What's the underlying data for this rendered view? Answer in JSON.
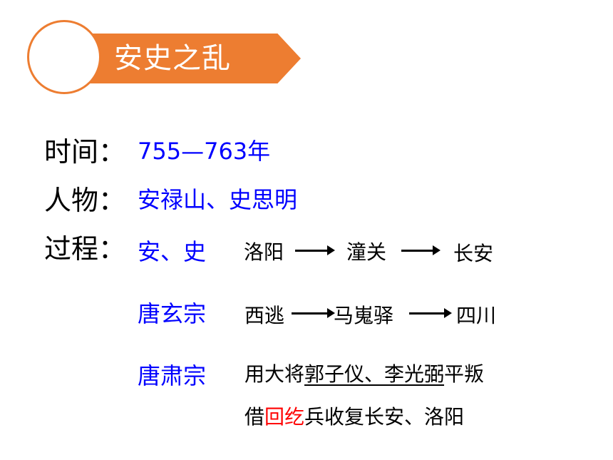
{
  "header": {
    "title": "安史之乱"
  },
  "rows": {
    "time_label": "时间：",
    "time_value": "755—763年",
    "people_label": "人物：",
    "people_value": "安禄山、史思明",
    "process_label": "过程："
  },
  "process": {
    "anshi": {
      "actor": "安、史",
      "steps": [
        "洛阳",
        "潼关",
        "长安"
      ]
    },
    "xuanzong": {
      "actor": "唐玄宗",
      "steps": [
        "西逃",
        "马嵬驿",
        "四川"
      ]
    },
    "suzong": {
      "actor": "唐肃宗",
      "line1_prefix": "用大将",
      "line1_generals": "郭子仪、李光弼",
      "line1_suffix": "平叛",
      "line2_prefix": "借",
      "line2_highlight": "回纥",
      "line2_suffix": "兵收复长安、洛阳"
    }
  },
  "colors": {
    "accent": "#ed7d31",
    "blue": "#0000ff",
    "highlight": "#ff0000"
  }
}
